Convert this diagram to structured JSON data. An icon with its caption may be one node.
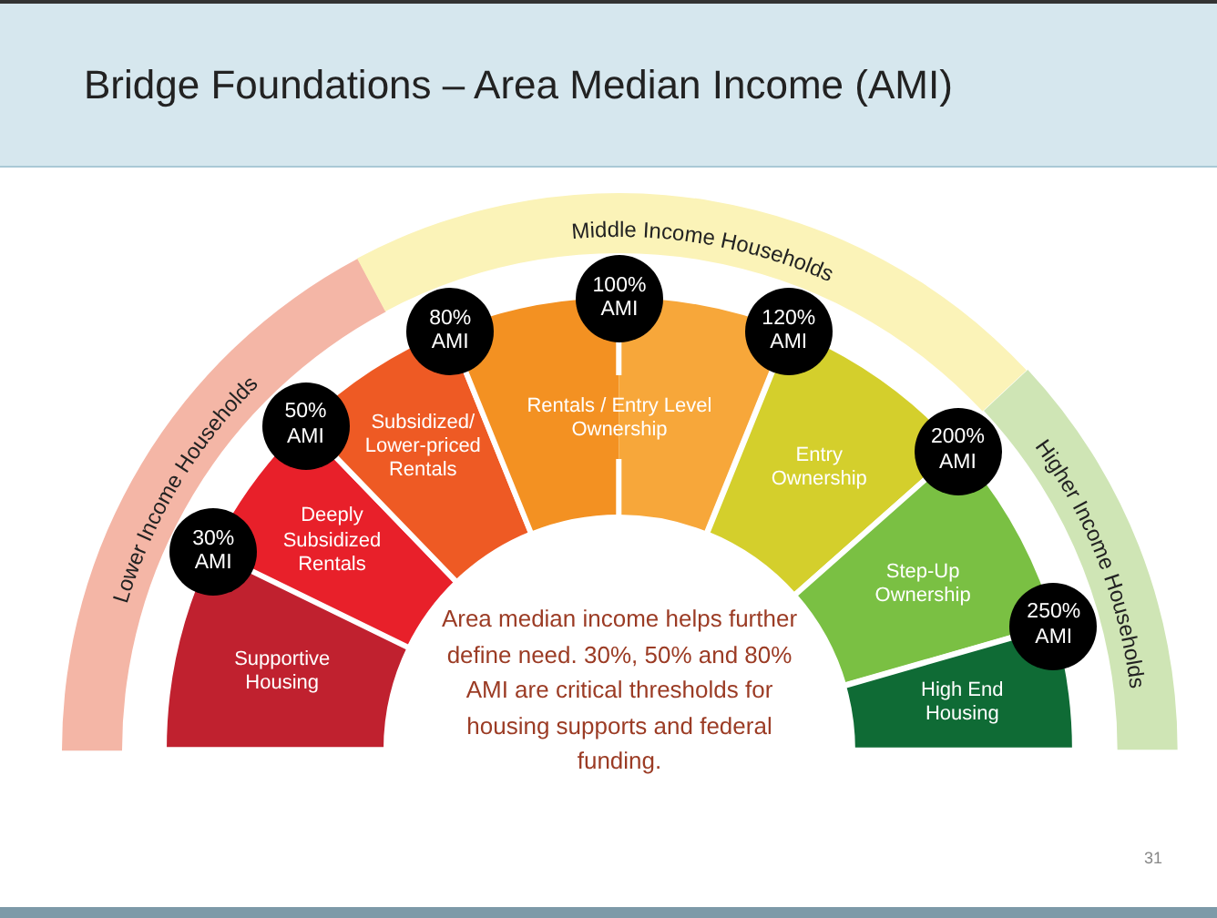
{
  "diagram": {
    "title": "Bridge Foundations – Area Median Income (AMI)",
    "nodes": [
      {
        "text": [
          "Lower Income Households"
        ]
      },
      {
        "text": [
          "Middle Income Households"
        ]
      },
      {
        "text": [
          "Higher Income Households"
        ]
      },
      {
        "text": [
          "Supportive Housing"
        ]
      },
      {
        "text": [
          "Deeply Subsidized Rentals"
        ]
      },
      {
        "text": [
          "Subsidized/ Lower-priced Rentals"
        ]
      },
      {
        "text": [
          "Rentals / Entry Level Ownership"
        ]
      },
      {
        "text": [
          "Entry Ownership"
        ]
      },
      {
        "text": [
          "Step-Up Ownership"
        ]
      },
      {
        "text": [
          "High End Housing"
        ]
      },
      {
        "text": [
          "30% AMI"
        ]
      },
      {
        "text": [
          "50% AMI"
        ]
      },
      {
        "text": [
          "80% AMI"
        ]
      },
      {
        "text": [
          "100% AMI"
        ]
      },
      {
        "text": [
          "120% AMI"
        ]
      },
      {
        "text": [
          "200% AMI"
        ]
      },
      {
        "text": [
          "250% AMI"
        ]
      }
    ],
    "labels": [
      "Area median income helps further define need. 30%, 50% and 80% AMI are critical thresholds for housing supports and federal funding.",
      "31"
    ]
  }
}
